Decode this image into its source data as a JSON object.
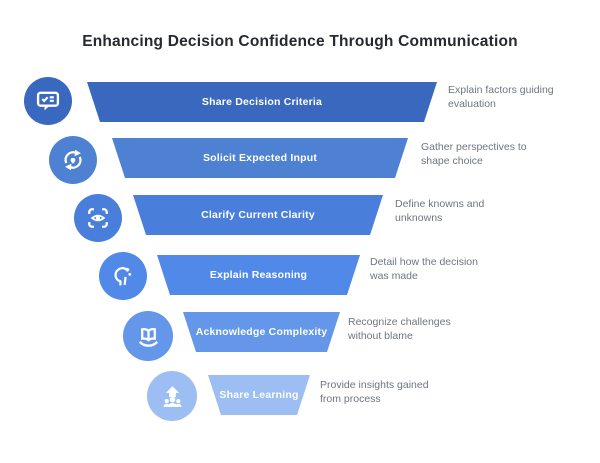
{
  "title": "Enhancing Decision Confidence Through Communication",
  "funnel": {
    "steps": [
      {
        "label": "Share Decision Criteria",
        "description": "Explain factors guiding evaluation",
        "color": "#3a68be",
        "icon": "chat-checklist-icon"
      },
      {
        "label": "Solicit Expected Input",
        "description": "Gather perspectives to shape choice",
        "color": "#4f81d3",
        "icon": "sync-heart-icon"
      },
      {
        "label": "Clarify Current Clarity",
        "description": "Define knowns and unknowns",
        "color": "#4a7edb",
        "icon": "focus-eye-icon"
      },
      {
        "label": "Explain Reasoning",
        "description": "Detail how the decision was made",
        "color": "#5189e8",
        "icon": "head-sparkle-icon"
      },
      {
        "label": "Acknowledge Complexity",
        "description": "Recognize challenges without blame",
        "color": "#6496ea",
        "icon": "book-hand-icon"
      },
      {
        "label": "Share Learning",
        "description": "Provide insights gained from process",
        "color": "#9dbef2",
        "icon": "share-growth-icon"
      }
    ]
  }
}
